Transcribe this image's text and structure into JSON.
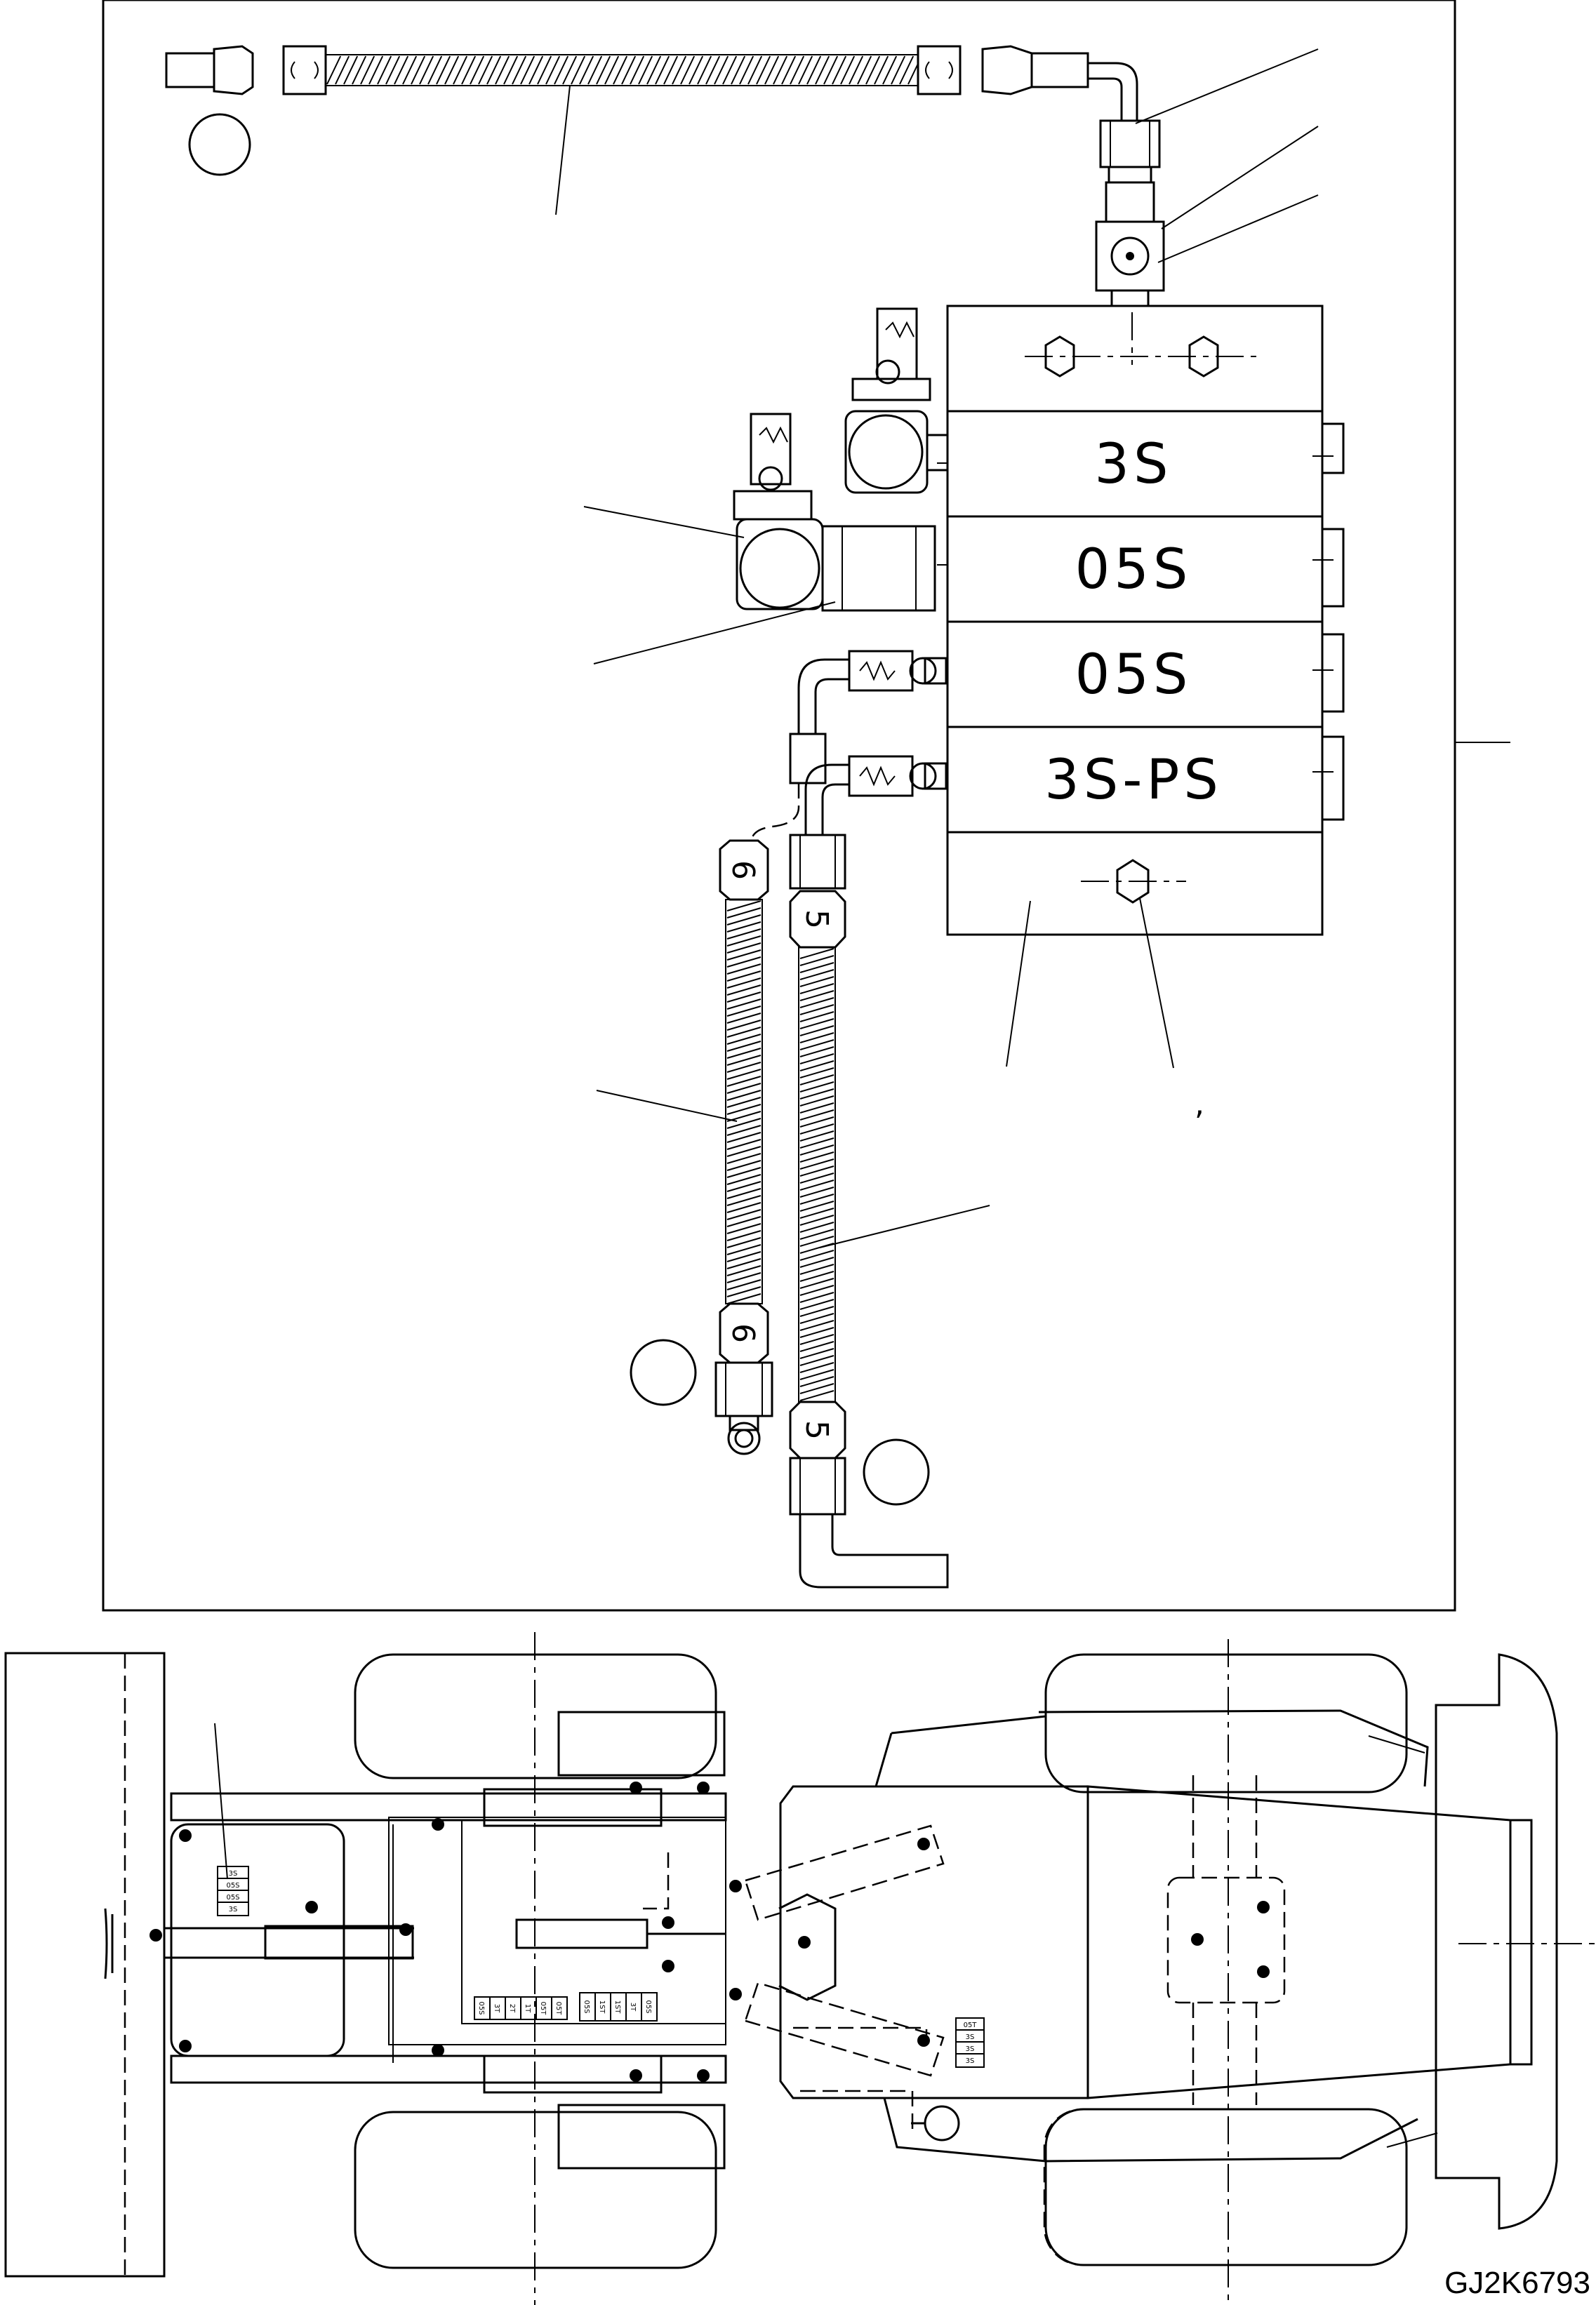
{
  "block_labels": [
    "3S",
    "05S",
    "05S",
    "3S-PS"
  ],
  "hose_numbers": {
    "left": "6",
    "right": "5"
  },
  "comma_note": ",",
  "plan_labels": {
    "left_stack": [
      "3S",
      "05S",
      "05S",
      "3S"
    ],
    "center_group_a": [
      "05S",
      "3T",
      "2T",
      "1T",
      "05T",
      "05T"
    ],
    "center_group_b": [
      "05S",
      "1ST",
      "1ST",
      "3T",
      "05S"
    ],
    "right_stack": [
      "05T",
      "3S",
      "3S",
      "3S"
    ]
  },
  "drawing_code": "GJ2K6793"
}
